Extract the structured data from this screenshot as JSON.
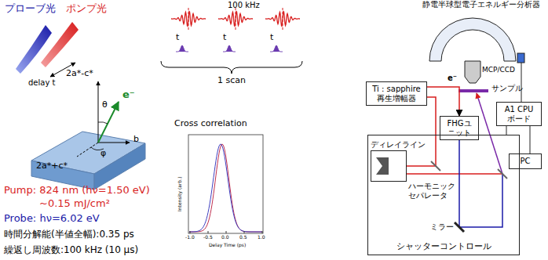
{
  "diagram": {
    "nodes": [
      {
        "text": [
          "静電半球型電子エネルギー分析器"
        ]
      },
      {
        "text": [
          "Ti : sapphire 再生増幅器"
        ]
      },
      {
        "text": [
          "FHGユニット"
        ]
      },
      {
        "text": [
          "A1 CPU ボード"
        ]
      },
      {
        "text": [
          "PC"
        ]
      },
      {
        "text": [
          "シャッターコントロール"
        ]
      },
      {
        "text": [
          "ディレイライン"
        ],
        "in": 5
      }
    ],
    "edges": [
      {
        "from": 0,
        "to": 3,
        "arrow": "none"
      },
      {
        "from": 3,
        "to": 4,
        "arrow": "none"
      },
      {
        "from": 3,
        "to": 5,
        "arrow": "none"
      },
      {
        "from": 1,
        "to": 2,
        "arrow": "to"
      }
    ],
    "labels": [
      "プローブ光",
      "ポンプ光",
      "delay t",
      "2a*-c*",
      "θ",
      "e⁻",
      "φ",
      "b",
      "2a*+c*",
      "Pump: 824 nm (hν=1.50 eV)",
      "~0.15 mJ/cm²",
      "Probe: hν=6.02 eV",
      "時間分解能(半値全幅):0.35 ps",
      "繰返し周波数:100 kHz (10 μs)",
      "100 kHz",
      "t",
      "t",
      "t",
      "1 scan",
      "Cross correlation",
      "Intensity (arb.)",
      "-1.0",
      "-0.5",
      "0.0",
      "0.5",
      "1.0",
      "Delay Time (ps)",
      "MCP/CCD",
      "e⁻",
      "サンプル",
      "ハーモニック セパレータ",
      "ミラー"
    ]
  }
}
